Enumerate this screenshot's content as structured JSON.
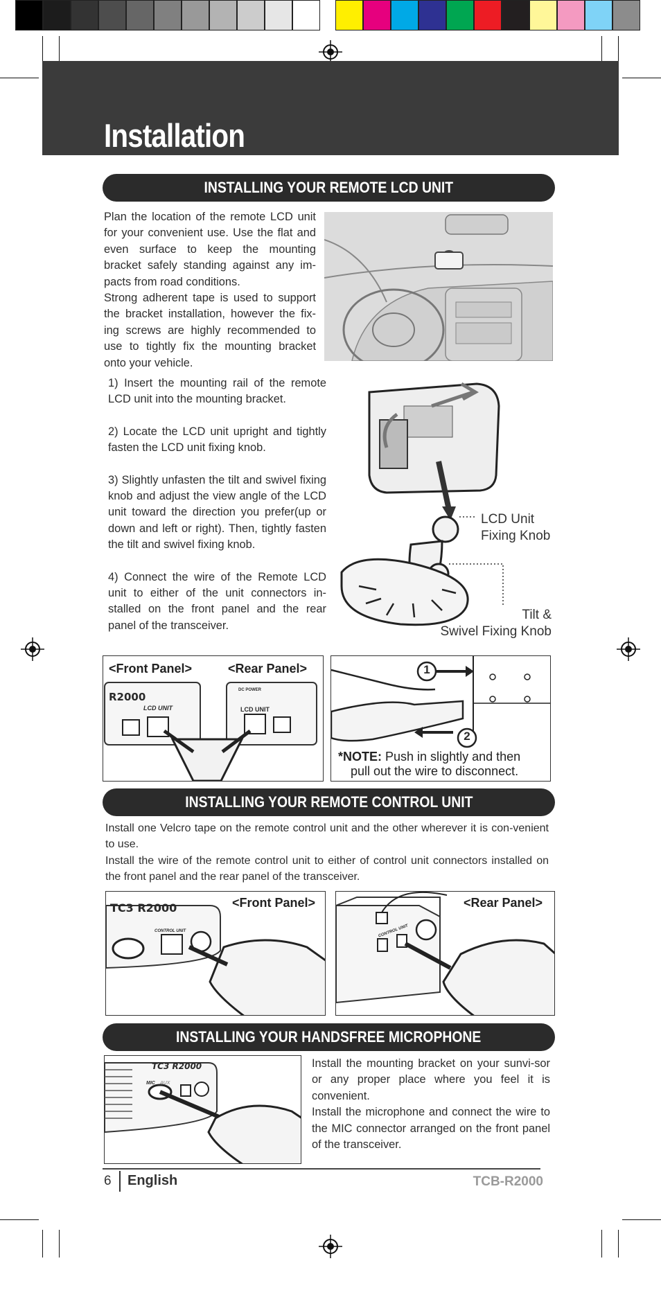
{
  "colors": {
    "calibration_gray": [
      "#000000",
      "#1c1c1c",
      "#333333",
      "#4d4d4d",
      "#666666",
      "#808080",
      "#999999",
      "#b3b3b3",
      "#cccccc",
      "#e6e6e6",
      "#ffffff"
    ],
    "calibration_color": [
      "#ffef00",
      "#e6007e",
      "#00a9e6",
      "#2e3192",
      "#00a651",
      "#ed1c24",
      "#231f20",
      "#fff799",
      "#f49ac1",
      "#7fd3f7",
      "#8c8c8c"
    ],
    "header": "#3b3b3b",
    "section_bar": "#2b2b2b"
  },
  "page": {
    "title": "Installation"
  },
  "sections": {
    "lcd": {
      "heading": "INSTALLING YOUR REMOTE LCD UNIT",
      "intro": [
        "Plan the location of the remote LCD unit for your convenient use. Use the flat and even surface to keep the mounting bracket safely standing against any im-pacts from road conditions.",
        "Strong adherent tape is used to support the bracket installation, however the fix-ing screws are highly recommended to use to tightly fix the mounting bracket onto your vehicle."
      ],
      "steps": [
        "1) Insert the mounting rail of the remote LCD unit into the mounting bracket.",
        "2) Locate the LCD unit upright and tightly fasten the LCD unit fixing knob.",
        "3) Slightly unfasten the tilt and swivel fixing knob and adjust the view angle of the LCD unit toward the direction you prefer(up or down and left or right). Then, tightly fasten the tilt and swivel fixing knob.",
        "4) Connect the wire of the Remote LCD unit to either of the unit connectors in-stalled on the front panel and the rear panel of the transceiver."
      ],
      "callout_knob": [
        "LCD Unit",
        "Fixing Knob"
      ],
      "callout_swivel": [
        "Tilt &",
        "Swivel Fixing Knob"
      ],
      "front_panel_label": "<Front Panel>",
      "rear_panel_label": "<Rear Panel>",
      "model_badge": "R2000",
      "lcd_unit_port": "LCD UNIT",
      "dc_power_port": "DC POWER",
      "step_num_1": "1",
      "step_num_2": "2",
      "note_prefix": "*NOTE:",
      "note_line1": "Push in slightly and then",
      "note_line2": "pull out the wire to disconnect."
    },
    "remote": {
      "heading": "INSTALLING YOUR REMOTE CONTROL UNIT",
      "text": [
        "Install one Velcro tape on the remote control unit and the other wherever it is con-venient to use.",
        "Install the wire of the remote control unit to either of control unit connectors installed on the front panel and the rear panel of the transceiver."
      ],
      "front_panel_label": "<Front Panel>",
      "rear_panel_label": "<Rear Panel>",
      "model_badge": "TC3 R2000",
      "control_port": "CONTROL UNIT"
    },
    "mic": {
      "heading": "INSTALLING YOUR HANDSFREE MICROPHONE",
      "text": [
        "Install the mounting bracket on your sunvi-sor or any proper place where you feel it is convenient.",
        "Install the microphone and connect the wire to the MIC connector arranged on the front panel of the transceiver."
      ],
      "model_badge": "TC3 R2000",
      "mic_label": "MIC",
      "aux_label": "AUX"
    }
  },
  "footer": {
    "page_number": "6",
    "language": "English",
    "model": "TCB-R2000"
  }
}
